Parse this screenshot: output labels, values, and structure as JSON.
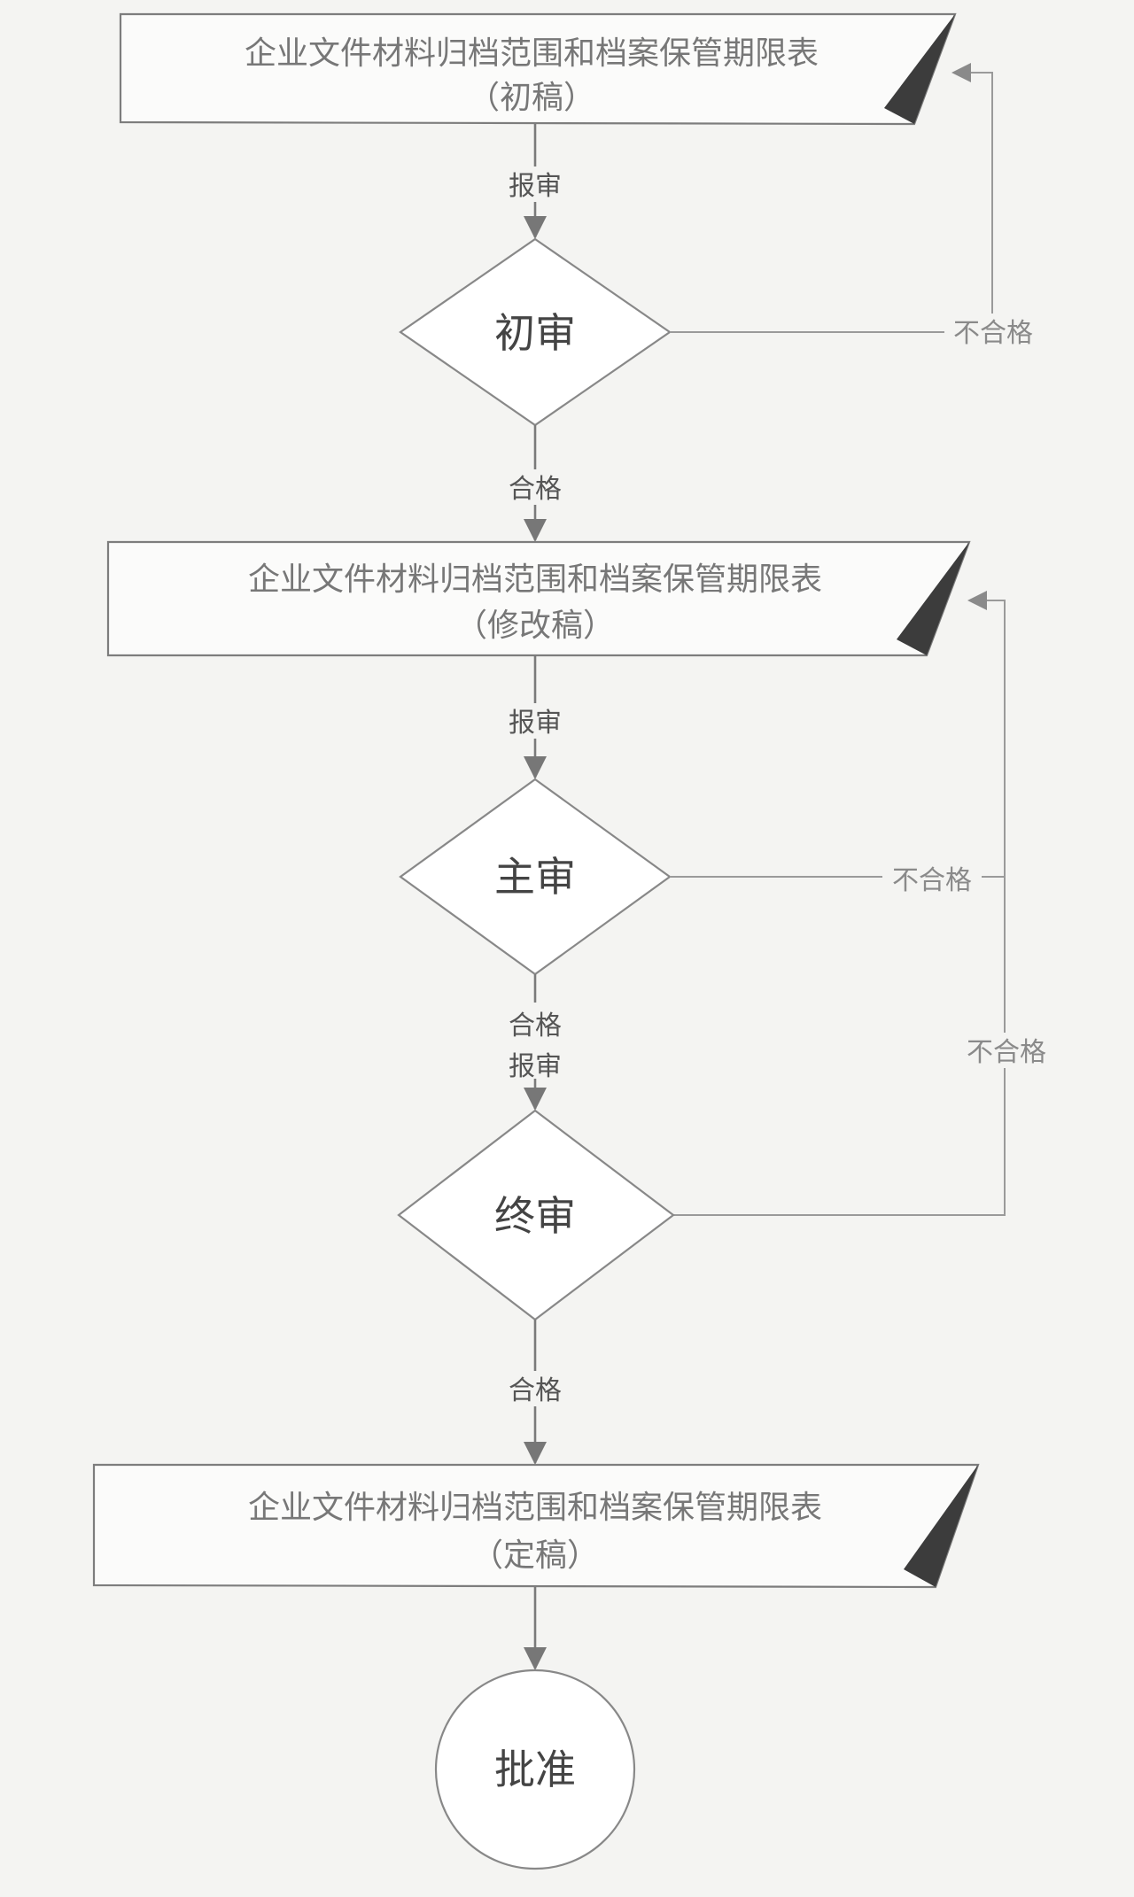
{
  "doc_initial": {
    "line1": "企业文件材料归档范围和档案保管期限表",
    "line2": "（初稿）"
  },
  "doc_revised": {
    "line1": "企业文件材料归档范围和档案保管期限表",
    "line2": "（修改稿）"
  },
  "doc_final": {
    "line1": "企业文件材料归档范围和档案保管期限表",
    "line2": "（定稿）"
  },
  "steps": {
    "initial_review": "初审",
    "main_review": "主审",
    "final_review": "终审",
    "approval": "批准"
  },
  "edges": {
    "submit_1": "报审",
    "pass_1": "合格",
    "fail_1": "不合格",
    "submit_2": "报审",
    "fail_2": "不合格",
    "pass_2": "合格",
    "submit_3": "报审",
    "fail_3": "不合格",
    "pass_3": "合格"
  }
}
